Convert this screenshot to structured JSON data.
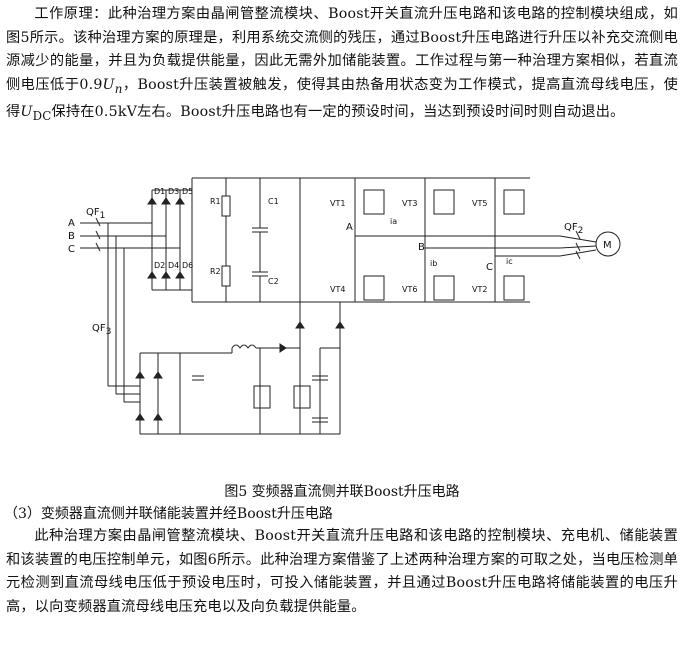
{
  "text": {
    "p1_a": "工作原理：此种治理方案由晶闸管整流模块、Boost开关直流升压电路和该电路的控制模块组成，如图5所示。该种治理方案的原理是，利用系统交流侧的残压，通过Boost升压电路进行升压以补充交流侧电源减少的能量，并且为负载提供能量，因此无需外加储能装置。工作过程与第一种治理方案相似，若直流侧电压低于0.9",
    "p1_un": "U",
    "p1_un_sub": "n",
    "p1_b": "，Boost升压装置被触发，使得其由热备用状态变为工作模式，提高直流母线电压，使得",
    "p1_udc": "U",
    "p1_udc_sub": "DC",
    "p1_c": "保持在0.5kV左右。Boost升压电路也有一定的预设时间，当达到预设时间时则自动退出。",
    "caption": "图5 变频器直流侧并联Boost升压电路",
    "heading": "（3）变频器直流侧并联储能装置并经Boost升压电路",
    "p2": "此种治理方案由晶闸管整流模块、Boost开关直流升压电路和该电路的控制模块、充电机、储能装置和该装置的电压控制单元，如图6所示。此种治理方案借鉴了上述两种治理方案的可取之处，当电压检测单元检测到直流母线电压低于预设电压时，可投入储能装置，并且通过Boost升压电路将储能装置的电压升高，以向变频器直流母线电压充电以及向负载提供能量。"
  },
  "figure": {
    "phase_a": "A",
    "phase_b": "B",
    "phase_c": "C",
    "qf1": "QF",
    "qf1_sub": "1",
    "qf2": "QF",
    "qf2_sub": "2",
    "qf3": "QF",
    "qf3_sub": "3",
    "d1": "D1",
    "d3": "D3",
    "d5": "D5",
    "d2": "D2",
    "d4": "D4",
    "d6": "D6",
    "r1": "R1",
    "r2": "R2",
    "c1": "C1",
    "c2": "C2",
    "vt1": "VT1",
    "vt3": "VT3",
    "vt5": "VT5",
    "vt4": "VT4",
    "vt6": "VT6",
    "vt2": "VT2",
    "node_a": "A",
    "node_b": "B",
    "node_c": "C",
    "ia": "ia",
    "ib": "ib",
    "ic": "ic",
    "motor": "M"
  }
}
